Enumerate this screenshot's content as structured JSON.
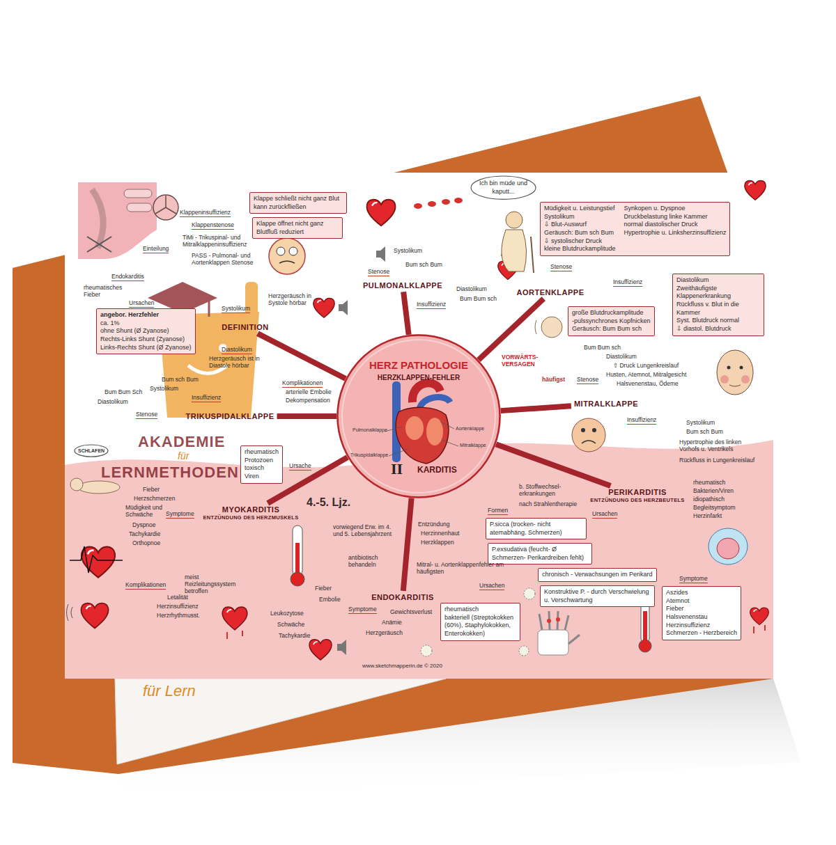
{
  "diagram": {
    "nodes": [
      {
        "text": [
          "HERZ PATHOLOGIE",
          "HERZKLAPPEN-FEHLER",
          "II",
          "KARDITIS"
        ]
      },
      {
        "text": [
          "DEFINITION"
        ]
      },
      {
        "text": [
          "Klappe schließt nicht ganz Blut kann zurückfließen"
        ]
      },
      {
        "text": [
          "Klappe öffnet nicht ganz Blutfluß reduziert"
        ]
      },
      {
        "text": [
          "angebor. Herzfehler",
          "ca. 1%",
          "ohne Shunt (Ø Zyanose)",
          "Rechts-Links Shunt (Zyanose)",
          "Links-Rechts Shunt (Ø Zyanose)"
        ]
      },
      {
        "text": [
          "TRIKUSPIDALKLAPPE"
        ]
      },
      {
        "text": [
          "PULMONALKLAPPE"
        ]
      },
      {
        "text": [
          "Ich bin müde und kaputt..."
        ]
      },
      {
        "text": [
          "Müdigkeit u. Leistungstief",
          "Systolikum",
          "⇩ Blut-Auswurf",
          "Geräusch: Bum sch Bum",
          "⇩ systolischer Druck",
          "kleine Blutdruckamplitude",
          "Synkopen u. Dyspnoe",
          "Druckbelastung linke Kammer",
          "normal diastolischer Druck",
          "Hypertrophie u. Linksherzinsuffizienz"
        ]
      },
      {
        "text": [
          "AORTENKLAPPE"
        ]
      },
      {
        "text": [
          "Diastolikum",
          "Zweithäufigste Klappenerkrankung",
          "Rückfluss v. Blut in die Kammer",
          "Syst. Blutdruck normal",
          "⇩ diastol. Blutdruck"
        ]
      },
      {
        "text": [
          "große Blutdruckamplitude",
          "-pulssynchrones Kopfnicken",
          "Geräusch: Bum Bum sch"
        ]
      },
      {
        "text": [
          "MITRALKLAPPE"
        ]
      },
      {
        "text": [
          "SCHLAFEN"
        ]
      },
      {
        "text": [
          "rheumatisch",
          "Protozoen",
          "toxisch",
          "Viren"
        ]
      },
      {
        "text": [
          "MYOKARDITIS",
          "ENTZÜNDUNG DES HERZMUSKELS"
        ]
      },
      {
        "text": [
          "ENDOKARDITIS"
        ]
      },
      {
        "text": [
          "rheumatisch",
          "bakteriell (Streptokokken (60%), Staphylokokken, Enterokokken)"
        ]
      },
      {
        "text": [
          "PERIKARDITIS",
          "ENTZÜNDUNG DES HERZBEUTELS"
        ]
      },
      {
        "text": [
          "P.sicca (trocken- nicht atemabhäng. Schmerzen)"
        ]
      },
      {
        "text": [
          "P.exsudativa (feucht- Ø Schmerzen- Perikardreiben fehlt)"
        ]
      },
      {
        "text": [
          "chronisch - Verwachsungen im Perikard"
        ]
      },
      {
        "text": [
          "Konstruktive P. - durch Verschwielung u. Verschwartung"
        ]
      },
      {
        "text": [
          "Aszides",
          "Atemnot",
          "Fieber",
          "Halsvenenstau",
          "Herzinsuffizienz",
          "Schmerzen - Herzbereich"
        ]
      }
    ],
    "edges": [
      {
        "from": 0,
        "to": 1,
        "arrow": "none"
      },
      {
        "from": 0,
        "to": 5,
        "arrow": "none"
      },
      {
        "from": 0,
        "to": 6,
        "arrow": "none"
      },
      {
        "from": 0,
        "to": 9,
        "arrow": "none"
      },
      {
        "from": 0,
        "to": 12,
        "arrow": "none"
      },
      {
        "from": 0,
        "to": 15,
        "arrow": "none"
      },
      {
        "from": 0,
        "to": 16,
        "arrow": "none"
      },
      {
        "from": 0,
        "to": 18,
        "arrow": "none"
      }
    ],
    "labels": [
      "Klappeninsuffizienz",
      "Klappenstenose",
      "Einteilung",
      "TiMi - Trikuspinal- und Mitralklappeninsuffizienz",
      "PASS - Pulmonal- und Aortenklappen Stenose",
      "Endokarditis",
      "rheumatisches Fieber",
      "Ursachen",
      "Systolikum",
      "Herzgeräusch in Systole hörbar",
      "Diastolikum",
      "Herzgeräusch ist in Diastole hörbar",
      "Komplikationen",
      "arterielle Embolie",
      "Dekompensation",
      "Bum sch Bum",
      "Systolikum",
      "Insuffizienz",
      "Bum Bum Sch",
      "Diastolikum",
      "Stenose",
      "Stenose",
      "Systolikum",
      "Bum sch Bum",
      "Insuffizienz",
      "Diastolikum",
      "Bum Bum sch",
      "Stenose",
      "Insuffizienz",
      "VORWÄRTS-VERSAGEN",
      "häufigst",
      "Stenose",
      "Bum Bum sch",
      "Diastolikum",
      "⇧ Druck Lungenkreislauf",
      "Husten, Atemnot, Mitralgesicht",
      "Halsvenenstau, Ödeme",
      "Insuffizienz",
      "Systolikum",
      "Bum sch Bum",
      "Hypertrophie des linken Vorhofs u. Ventrikels",
      "Rückfluss in Lungenkreislauf",
      "Pulmonalklappe",
      "Aortenklappe",
      "Mitralklappe",
      "Trikuspidalklappe",
      "Ursache",
      "Symptome",
      "Fieber",
      "Herzschmerzen",
      "Müdigkeit und Schwäche",
      "Dyspnoe",
      "Tachykardie",
      "Orthopnoe",
      "Komplikationen",
      "meist Reizleitungssystem betroffen",
      "Letalität",
      "Herzinsuffizienz",
      "Herzrhythmusst.",
      "4.-5. Ljz.",
      "vorwiegend Erw. im 4. und 5. Lebensjahrzent",
      "Entzündung",
      "Herzinnenhaut",
      "Herzklappen",
      "antibiotisch behandeln",
      "Mitral- u. Aortenklappenfehler am häufigsten",
      "Fieber",
      "Ursachen",
      "Embolie",
      "Symptome",
      "Gewichtsverlust",
      "Leukozytose",
      "Anämie",
      "Schwäche",
      "Herzgeräusch",
      "Tachykardie",
      "Formen",
      "b. Stoffwechsel-erkrankungen",
      "nach Strahlentherapie",
      "Ursachen",
      "rheumatisch",
      "Bakterien/Viren",
      "idiopathisch",
      "Begleitsymptom",
      "Herzinfarkt",
      "Symptome",
      "www.sketchmapperin.de © 2020",
      "AKADEMIE",
      "für",
      "LERNMETHODEN",
      "für Lern"
    ]
  }
}
